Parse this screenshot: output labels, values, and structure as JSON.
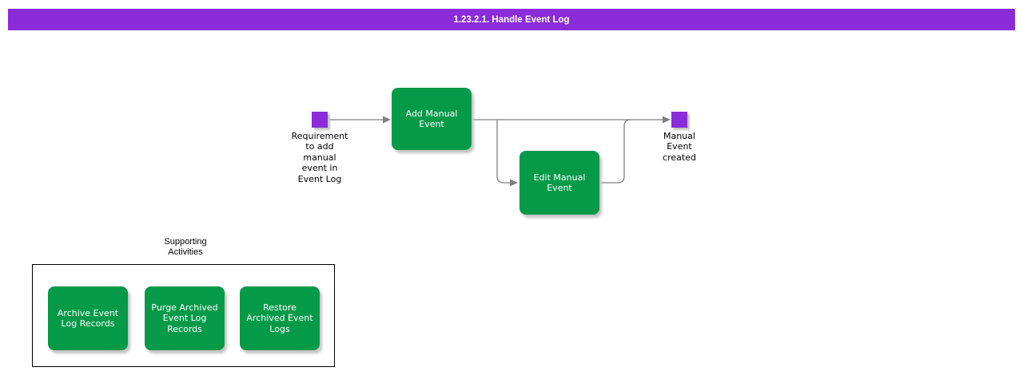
{
  "title_bar": {
    "title": "1.23.2.1. Handle Event Log"
  },
  "colors": {
    "purple": "#8B2BD9",
    "green": "#059A48",
    "connector": "#7F7F7F"
  },
  "flow": {
    "start_event": {
      "label": "Requirement\nto add\nmanual\nevent in\nEvent Log"
    },
    "activities": {
      "add_manual_event": {
        "label": "Add Manual\nEvent"
      },
      "edit_manual_event": {
        "label": "Edit Manual\nEvent"
      }
    },
    "end_event": {
      "label": "Manual\nEvent\ncreated"
    }
  },
  "supporting": {
    "heading": "Supporting\nActivities",
    "activities": {
      "archive": {
        "label": "Archive Event\nLog Records"
      },
      "purge": {
        "label": "Purge Archived\nEvent Log\nRecords"
      },
      "restore": {
        "label": "Restore\nArchived Event\nLogs"
      }
    }
  }
}
